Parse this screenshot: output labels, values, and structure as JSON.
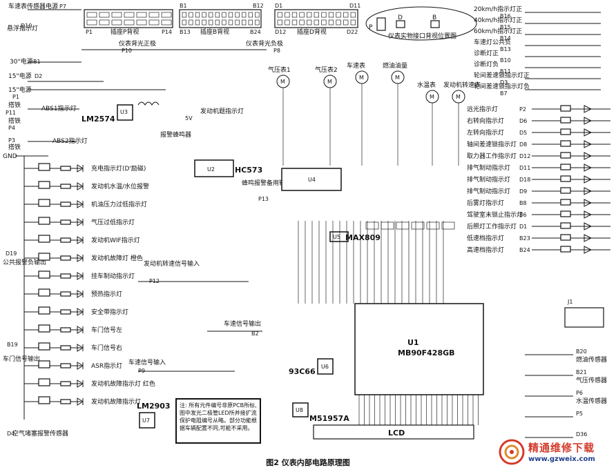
{
  "caption": "图2  仪表内部电路原理图",
  "note": "注: 所有元件编号非原PCB所标,图中发光二极管LED所并接扩流保护电阻编号从略。部分功能根据车辆配置不同,可能不采用。",
  "watermark": {
    "cn": "精通维修下载",
    "url": "www.gzweix.com"
  },
  "connectors": {
    "p": {
      "title": "插座P背视",
      "left": "P1",
      "right": "P14"
    },
    "b": {
      "title": "插座B背视",
      "left_top": "B1",
      "right_top": "B12",
      "left_bottom": "B13",
      "right_bottom": "B24"
    },
    "d": {
      "title": "插座D背视",
      "left_top": "D1",
      "right_top": "D11",
      "left_bottom": "D12",
      "right_bottom": "D22"
    },
    "position": {
      "title": "仪表实物接口背视位置图",
      "p": "P",
      "d": "D",
      "b": "B"
    }
  },
  "left_labels": {
    "speed_sensor_power": "车速表传感器电源",
    "p7": "P7",
    "suspension": "悬浮指示灯",
    "d10": "D10",
    "power30": "30\"电源",
    "b1": "B1",
    "power15_d": "15\"电源",
    "d2": "D2",
    "power15_p": "15\"电源",
    "p1": "P1",
    "ground1": "搭铁",
    "p11": "P11",
    "abs1": "ABS1指示灯",
    "p4": "P4",
    "ground2": "搭铁",
    "p3": "P3",
    "ground3": "搭铁",
    "abs2": "ABS2指示灯",
    "gnd": "GND",
    "d19": "D19",
    "public_alarm": "公共报警负输出",
    "b19": "B19",
    "door_signal": "车门信号输出",
    "d4": "D4",
    "air_filter": "空气堵塞报警传感器"
  },
  "center_left": {
    "lm2574": "LM2574",
    "u3": "U3",
    "hc573": "HC573",
    "u2": "U2",
    "buzzer": "报警蜂鸣器",
    "engine_led": "发动机题指示灯",
    "buzzer_input": "蜂鸣报警备用输入",
    "p13": "P13",
    "panel_backlight_pos": "仪表背光正极",
    "p10": "P10",
    "panel_backlight_neg": "仪表背光负极",
    "p8": "P8",
    "five_v": "5V",
    "lm2903": "LM2903",
    "u7": "U7",
    "m51957a": "M51957A",
    "u8": "U8",
    "u6": "U6",
    "ic93c66": "93C66",
    "max809": "MAX809",
    "u5": "U5",
    "u4": "U4",
    "u1": "U1",
    "mcu": "MB90F428GB",
    "lcd": "LCD",
    "j1": "J1"
  },
  "indicators": [
    {
      "id": "D7",
      "text": "充电指示灯(D'励磁)"
    },
    {
      "id": "B5",
      "text": "发动机水温/水位报警"
    },
    {
      "id": "D16",
      "text": "机油压力过低指示灯"
    },
    {
      "id": "D20",
      "text": "气压过低指示灯"
    },
    {
      "id": "D21",
      "text": "发动机WIF指示灯"
    },
    {
      "id": "D7b",
      "text": "发动机故障灯 橙色"
    },
    {
      "id": "D13",
      "text": "挂车制动指示灯"
    },
    {
      "id": "B9",
      "text": "预热指示灯"
    },
    {
      "id": "B22",
      "text": "安全带指示灯"
    },
    {
      "id": "B12",
      "text": "车门信号左"
    },
    {
      "id": "B18",
      "text": "车门信号右"
    },
    {
      "id": "D15",
      "text": "ASR指示灯"
    },
    {
      "id": "B4",
      "text": "发动机故障指示灯 红色"
    },
    {
      "id": "B3",
      "text": "发动机故障指示灯"
    }
  ],
  "signal_labels": {
    "engine_speed_in": "发动机转速信号输入",
    "p12": "P12",
    "speed_out": "车速信号输出",
    "b2": "B2",
    "speed_in": "车速信号输入",
    "p9": "P9"
  },
  "meters": [
    {
      "id": "M6",
      "text": "气压表1"
    },
    {
      "id": "M5",
      "text": "气压表2"
    },
    {
      "id": "M2",
      "text": "车速表"
    },
    {
      "id": "M3",
      "text": "燃油油量"
    },
    {
      "id": "M1",
      "text": "水温表"
    },
    {
      "id": "M4",
      "text": "发动机转速表"
    }
  ],
  "right_top": [
    {
      "text": "20km/h指示灯正",
      "pin": "B16"
    },
    {
      "text": "40km/h指示灯正",
      "pin": "B15"
    },
    {
      "text": "60km/h指示灯正",
      "pin": "B14"
    },
    {
      "text": "车速灯公共负",
      "pin": "B13"
    },
    {
      "text": "诊断灯正",
      "pin": "B10"
    },
    {
      "text": "诊断灯负",
      "pin": "B11"
    },
    {
      "text": "轮间差速锁指示灯正",
      "pin": "D3"
    },
    {
      "text": "轮间差速锁指示灯负",
      "pin": "B7"
    }
  ],
  "right_indicators": [
    {
      "text": "远光指示灯",
      "pin": "P2"
    },
    {
      "text": "右转向指示灯",
      "pin": "D6"
    },
    {
      "text": "左转向指示灯",
      "pin": "D5"
    },
    {
      "text": "轴间差速锁指示灯",
      "pin": "D8"
    },
    {
      "text": "取力器工作指示灯",
      "pin": "D12"
    },
    {
      "text": "排气制动指示灯",
      "pin": "D11"
    },
    {
      "text": "排气制动指示灯",
      "pin": "D18"
    },
    {
      "text": "排气制动指示灯",
      "pin": "D9"
    },
    {
      "text": "后雾灯指示灯",
      "pin": "B8"
    },
    {
      "text": "驾驶室未锁止指示灯",
      "pin": "B6"
    },
    {
      "text": "后照灯工作指示灯",
      "pin": "D1"
    },
    {
      "text": "低速档指示灯",
      "pin": "B23"
    },
    {
      "text": "高速档指示灯",
      "pin": "B24"
    }
  ],
  "right_bottom": [
    {
      "text": "燃油传感器",
      "pin": "B20"
    },
    {
      "text": "气压传感器",
      "pin": "B21"
    },
    {
      "text": "水温传感器",
      "pin": "P6"
    },
    {
      "text": "",
      "pin": "P5"
    },
    {
      "text": "",
      "pin": "D36"
    }
  ]
}
